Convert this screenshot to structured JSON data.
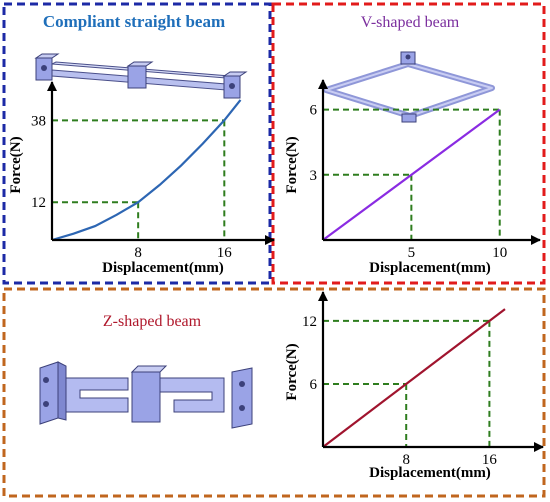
{
  "colors": {
    "panel1_border": "#1c2aa6",
    "panel2_border": "#e21b1b",
    "panel3_border": "#c0661e",
    "guide_line": "#2e7d1e",
    "beam_3d": "#9aa3e6"
  },
  "panels": [
    {
      "title": "Compliant straight beam",
      "title_color": "#1f6fba",
      "image": "compliant-straight-beam"
    },
    {
      "title": "V-shaped beam",
      "title_color": "#7b2f9e",
      "image": "v-shaped-beam"
    },
    {
      "title": "Z-shaped beam",
      "title_color": "#b0182c",
      "image": "z-shaped-beam"
    }
  ],
  "chart_data": [
    {
      "type": "line",
      "series": [
        {
          "color": "#2d66b3",
          "x": [
            0,
            2,
            4,
            6,
            8,
            10,
            12,
            14,
            16,
            17.5
          ],
          "y": [
            0,
            2.0,
            4.4,
            8.0,
            12,
            17.5,
            23.7,
            30.6,
            38,
            44.5
          ]
        }
      ],
      "xticks": [
        "8",
        "16"
      ],
      "xtick_values": [
        8,
        16
      ],
      "yticks": [
        "12",
        "38"
      ],
      "ytick_values": [
        12,
        38
      ],
      "highlight_points": [
        [
          8,
          12
        ],
        [
          16,
          38
        ]
      ],
      "xlabel": "Displacement(mm)",
      "ylabel": "Force(N)",
      "xlim": [
        0,
        19.5
      ],
      "ylim": [
        0,
        47
      ]
    },
    {
      "type": "line",
      "series": [
        {
          "color": "#8a2be2",
          "x": [
            0,
            10
          ],
          "y": [
            0,
            6
          ]
        }
      ],
      "xticks": [
        "5",
        "10"
      ],
      "xtick_values": [
        5,
        10
      ],
      "yticks": [
        "3",
        "6"
      ],
      "ytick_values": [
        3,
        6
      ],
      "highlight_points": [
        [
          5,
          3
        ],
        [
          10,
          6
        ]
      ],
      "xlabel": "Displacement(mm)",
      "ylabel": "Force(N)",
      "xlim": [
        0,
        11.6
      ],
      "ylim": [
        0,
        6.9
      ]
    },
    {
      "type": "line",
      "series": [
        {
          "color": "#a0142e",
          "x": [
            0,
            17.5
          ],
          "y": [
            0,
            13.125
          ]
        }
      ],
      "xticks": [
        "8",
        "16"
      ],
      "xtick_values": [
        8,
        16
      ],
      "yticks": [
        "6",
        "12"
      ],
      "ytick_values": [
        6,
        12
      ],
      "highlight_points": [
        [
          8,
          6
        ],
        [
          16,
          12
        ]
      ],
      "xlabel": "Displacement(mm)",
      "ylabel": "Force(N)",
      "xlim": [
        0,
        20
      ],
      "ylim": [
        0,
        13.8
      ]
    }
  ]
}
